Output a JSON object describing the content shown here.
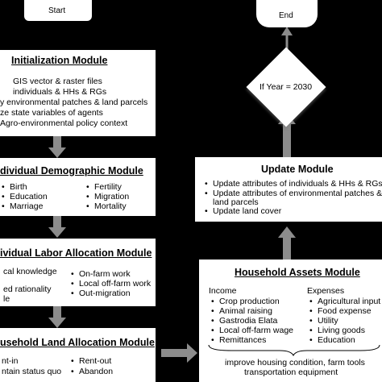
{
  "start": {
    "label": "Start"
  },
  "end": {
    "label": "End"
  },
  "decision": {
    "label": "If Year = 2030"
  },
  "initialization": {
    "title": "Initialization Module",
    "items": [
      "GIS vector & raster files",
      "individuals & HHs & RGs",
      "y environmental patches & land parcels",
      "ze state variables of agents",
      "Agro-environmental policy context"
    ]
  },
  "demographic": {
    "title": "dividual Demographic Module",
    "left": [
      "Birth",
      "Education",
      "Marriage"
    ],
    "right": [
      "Fertility",
      "Migration",
      "Mortality"
    ]
  },
  "labor": {
    "title": "ividual Labor Allocation Module",
    "left": [
      "cal knowledge",
      "ed rationality",
      "le"
    ],
    "right": [
      "On-farm work",
      "Local off-farm work",
      "Out-migration"
    ]
  },
  "land": {
    "title": "usehold Land Allocation Module",
    "left": [
      "nt-in",
      "ntain status quo"
    ],
    "right": [
      "Rent-out",
      "Abandon"
    ]
  },
  "update": {
    "title": "Update Module",
    "items": [
      "Update attributes of individuals & HHs & RGs",
      "Update attributes of environmental patches &",
      "land parcels",
      "Update land cover"
    ]
  },
  "assets": {
    "title": "Household Assets Module",
    "income_label": "Income",
    "income": [
      "Crop production",
      "Animal raising",
      "Gastrodia Elata",
      "Local off-farm wage",
      "Remittances"
    ],
    "expenses_label": "Expenses",
    "expenses": [
      "Agricultural input",
      "Food expense",
      "Utility",
      "Living goods",
      "Education"
    ],
    "footer": [
      "improve housing condition, farm tools",
      "transportation equipment"
    ]
  },
  "colors": {
    "background": "#000000",
    "box": "#ffffff",
    "arrow": "#8c8c8c"
  }
}
